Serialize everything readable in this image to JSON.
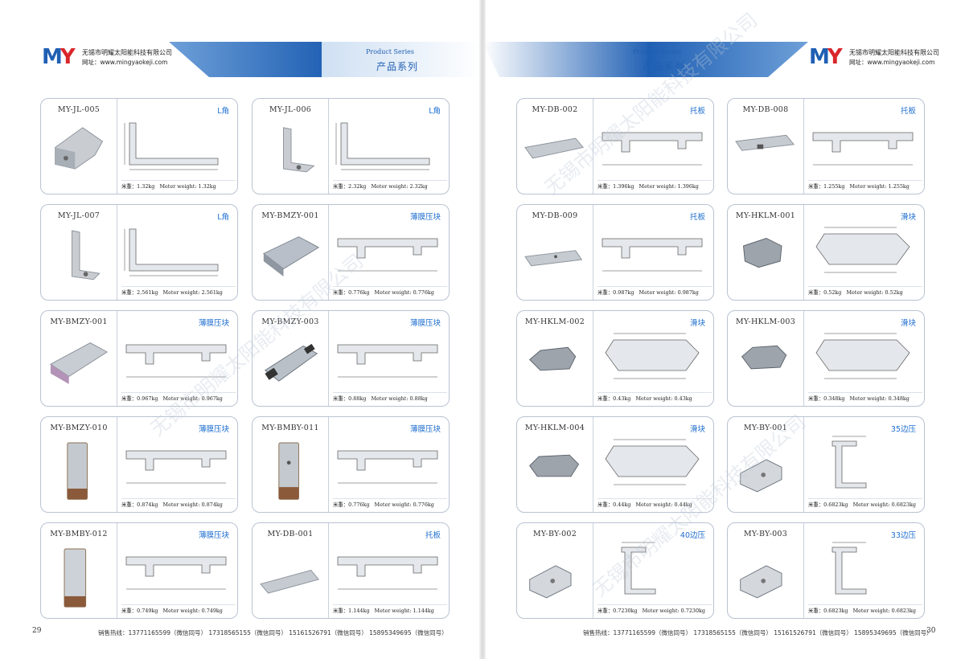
{
  "brand": {
    "company": "无锡市明耀太阳能科技有限公司",
    "website": "网址：www.mingyaokeji.com",
    "logo_letters": "MY"
  },
  "header": {
    "series_en": "Product Series",
    "series_cn": "产品系列"
  },
  "footer": {
    "hotline": "销售热线：13771165599（微信同号）  17318565155（微信同号）  15161526791（微信同号）  15895349695（微信同号）",
    "page_left": "29",
    "page_right": "30"
  },
  "watermark": "无锡市明耀太阳能科技有限公司",
  "weight_label_cn": "米重：",
  "weight_label_en": "Meter weight:",
  "left_products": [
    {
      "code": "MY-JL-005",
      "type": "L角",
      "weight": "1.32kg"
    },
    {
      "code": "MY-JL-006",
      "type": "L角",
      "weight": "2.32kg"
    },
    {
      "code": "MY-JL-007",
      "type": "L角",
      "weight": "2.561kg"
    },
    {
      "code": "MY-BMZY-001",
      "type": "薄膜压块",
      "weight": "0.776kg"
    },
    {
      "code": "MY-BMZY-001",
      "type": "薄膜压块",
      "weight": "0.967kg"
    },
    {
      "code": "MY-BMZY-003",
      "type": "薄膜压块",
      "weight": "0.88kg"
    },
    {
      "code": "MY-BMZY-010",
      "type": "薄膜压块",
      "weight": "0.874kg"
    },
    {
      "code": "MY-BMBY-011",
      "type": "薄膜压块",
      "weight": "0.776kg"
    },
    {
      "code": "MY-BMBY-012",
      "type": "薄膜压块",
      "weight": "0.749kg"
    },
    {
      "code": "MY-DB-001",
      "type": "托板",
      "weight": "1.144kg"
    }
  ],
  "right_products": [
    {
      "code": "MY-DB-002",
      "type": "托板",
      "weight": "1.396kg"
    },
    {
      "code": "MY-DB-008",
      "type": "托板",
      "weight": "1.255kg"
    },
    {
      "code": "MY-DB-009",
      "type": "托板",
      "weight": "0.987kg"
    },
    {
      "code": "MY-HKLM-001",
      "type": "滑块",
      "weight": "0.52kg"
    },
    {
      "code": "MY-HKLM-002",
      "type": "滑块",
      "weight": "0.43kg"
    },
    {
      "code": "MY-HKLM-003",
      "type": "滑块",
      "weight": "0.348kg"
    },
    {
      "code": "MY-HKLM-004",
      "type": "滑块",
      "weight": "0.44kg"
    },
    {
      "code": "MY-BY-001",
      "type": "35边压",
      "weight": "0.6823kg"
    },
    {
      "code": "MY-BY-002",
      "type": "40边压",
      "weight": "0.7230kg"
    },
    {
      "code": "MY-BY-003",
      "type": "33边压",
      "weight": "0.6823kg"
    }
  ]
}
